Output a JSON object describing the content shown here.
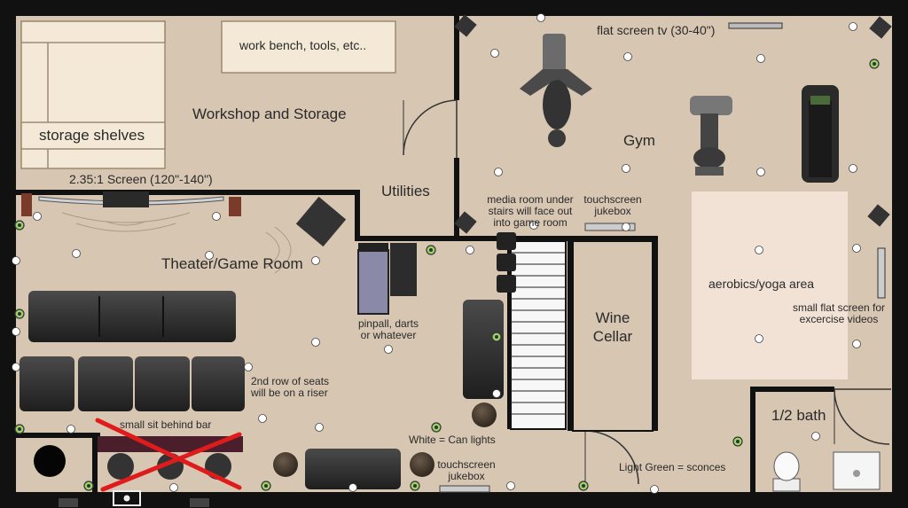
{
  "rooms": {
    "workshop": "Workshop and Storage",
    "gym": "Gym",
    "utilities": "Utilities",
    "theater": "Theater/Game Room",
    "aerobics": "aerobics/yoga area",
    "wine": "Wine Cellar",
    "bath": "1/2 bath"
  },
  "items": {
    "work_bench": "work bench, tools, etc..",
    "storage_shelves": "storage shelves",
    "screen": "2.35:1 Screen (120\"-140\")",
    "flat_tv": "flat screen tv (30-40\")",
    "media_room_note": "media room under stairs will face out into game room",
    "touchscreen_jukebox_top": "touchscreen jukebox",
    "touchscreen_jukebox_bottom": "touchscreen jukebox",
    "pinball": "pinpall, darts or whatever",
    "second_row": "2nd row of seats will be on a riser",
    "small_sit": "small sit behind bar",
    "small_flat": "small flat screen for excercise videos",
    "legend_white": "White = Can lights",
    "legend_green": "Light Green = sconces"
  },
  "colors": {
    "floor": "#d7c6b2",
    "wall": "#111111",
    "aerobics_mat": "#f2e2d6",
    "furniture_light": "#f3e9d6",
    "sofa": "#2b2b2b",
    "sconce": "#9bd36a",
    "cancel_mark": "#e01b1b"
  }
}
